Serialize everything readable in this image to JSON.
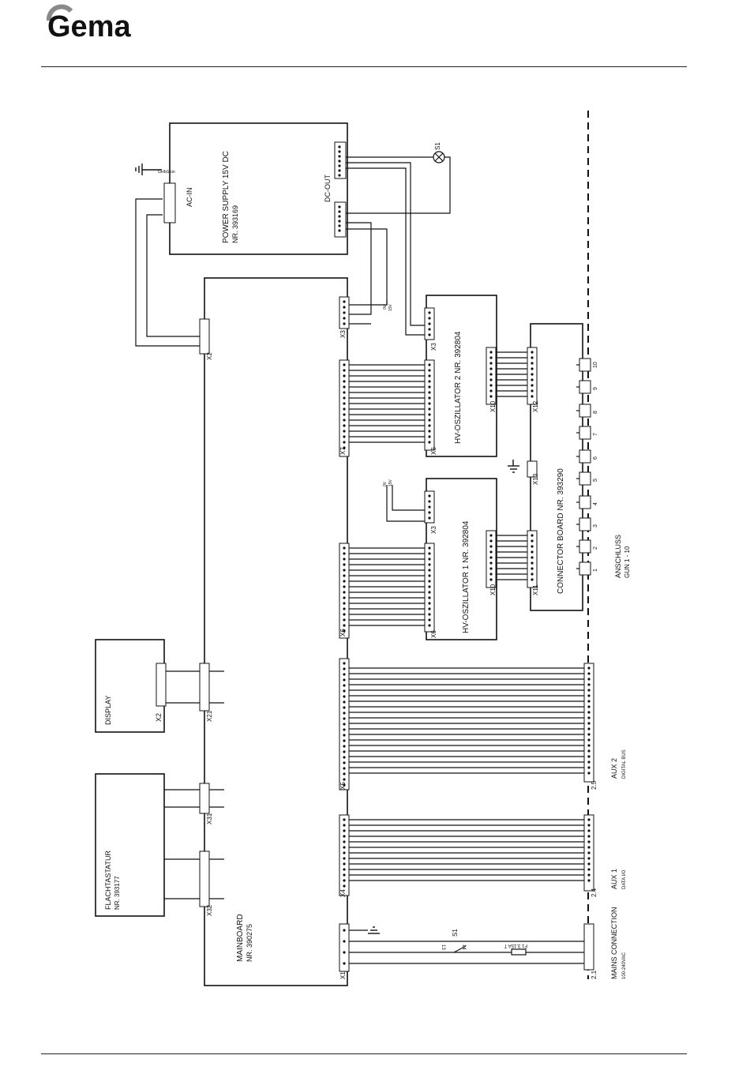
{
  "header": {
    "logo_text": "Gema"
  },
  "diagram": {
    "power_supply": {
      "name": "POWER SUPPLY 15V DC",
      "part": "NR. 393169",
      "ac_in": "AC-IN",
      "dc_out": "DC-OUT",
      "ground_label": "GelbGrün"
    },
    "mainboard": {
      "name": "MAINBOARD",
      "part": "NR. 390275"
    },
    "display": {
      "name": "DISPLAY",
      "connector": "X2"
    },
    "keyboard": {
      "name": "FLACHTASTATUR",
      "part": "NR. 393177"
    },
    "hv_osc_2": {
      "name": "HV-OSZILLATOR 2 NR. 392804"
    },
    "hv_osc_1": {
      "name": "HV-OSZILLATOR 1 NR. 392804"
    },
    "connector_board": {
      "name": "CONNECTOR BOARD NR. 393290"
    },
    "switch_label": "S1",
    "lamp_label": "S1",
    "fuse_label": "F1 3,15A T",
    "contact_13": "13",
    "contact_14": "14",
    "supply_0v": "0V",
    "supply_15v": "15V",
    "connectors": {
      "x1": "X1",
      "x2": "X2",
      "x3": "X3",
      "x4": "X4",
      "x5": "X5",
      "x6": "X6",
      "x7": "X7",
      "x21": "X21",
      "x31": "X31",
      "x32": "X32",
      "x3_hv2": "X3",
      "x6_hv2": "X6",
      "x10_hv2": "X10",
      "x12": "X12",
      "x3_hv1": "X3",
      "x6_hv1": "X6",
      "x10_hv1": "X10",
      "x11": "X11",
      "x13": "X13"
    },
    "anschluss": {
      "title": "ANSCHLUSS",
      "subtitle": "GUN 1 - 10",
      "guns": [
        "1",
        "2",
        "3",
        "4",
        "5",
        "6",
        "7",
        "8",
        "9",
        "10"
      ]
    },
    "aux2": {
      "title": "AUX 2",
      "subtitle": "DIGITAL BUS",
      "pin": "2.5"
    },
    "aux1": {
      "title": "AUX 1",
      "subtitle": "DATA I/O",
      "pin": "2.4"
    },
    "mains": {
      "title": "MAINS CONNECTION",
      "subtitle": "100-240VAC",
      "pin": "2.1"
    }
  }
}
